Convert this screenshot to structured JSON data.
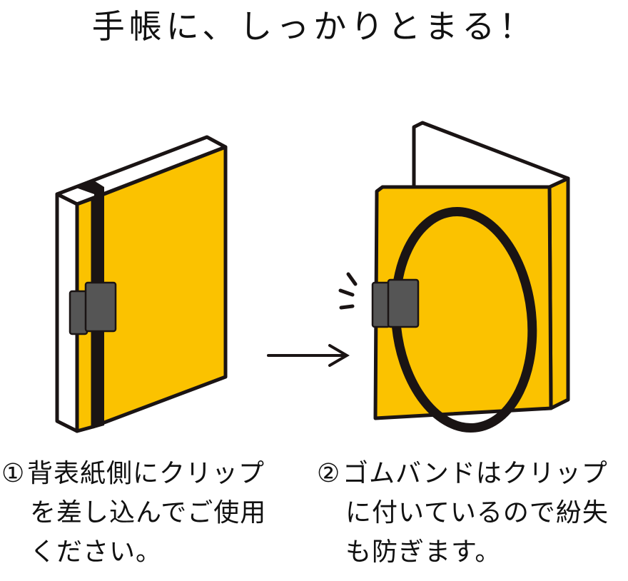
{
  "title": "手帳に、しっかりとまる！",
  "colors": {
    "cover": "#FBC200",
    "outline": "#1a1414",
    "clip": "#555555",
    "pages": "#ffffff"
  },
  "steps": [
    {
      "number": "①",
      "lines": [
        "背表紙側にクリップ",
        "を差し込んでご使用",
        "ください。"
      ],
      "illustration": "notebook-closed-with-band"
    },
    {
      "number": "②",
      "lines": [
        "ゴムバンドはクリップ",
        "に付いているので紛失",
        "も防ぎます。"
      ],
      "illustration": "notebook-open-band-loose"
    }
  ],
  "arrow": "right-arrow-icon"
}
